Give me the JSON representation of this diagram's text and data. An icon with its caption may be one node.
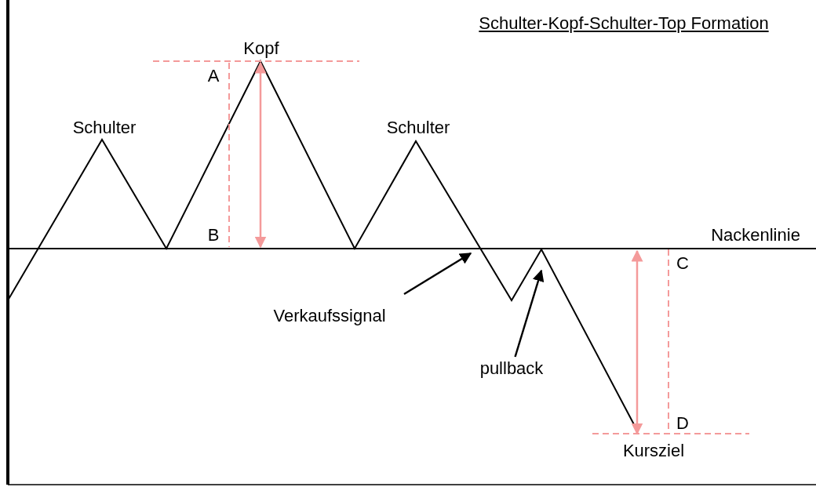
{
  "diagram": {
    "title": "Schulter-Kopf-Schulter-Top Formation",
    "nodes": [
      {
        "text": [
          "Verkaufssignal"
        ]
      },
      {
        "text": [
          "pullback"
        ]
      }
    ],
    "edges": [
      {
        "from": 0,
        "to": null,
        "arrow": "to"
      },
      {
        "from": 1,
        "to": null,
        "arrow": "to"
      }
    ],
    "labels": [
      "Kopf",
      "A",
      "Schulter",
      "Schulter",
      "B",
      "Nackenlinie",
      "C",
      "D",
      "Kursziel"
    ]
  }
}
